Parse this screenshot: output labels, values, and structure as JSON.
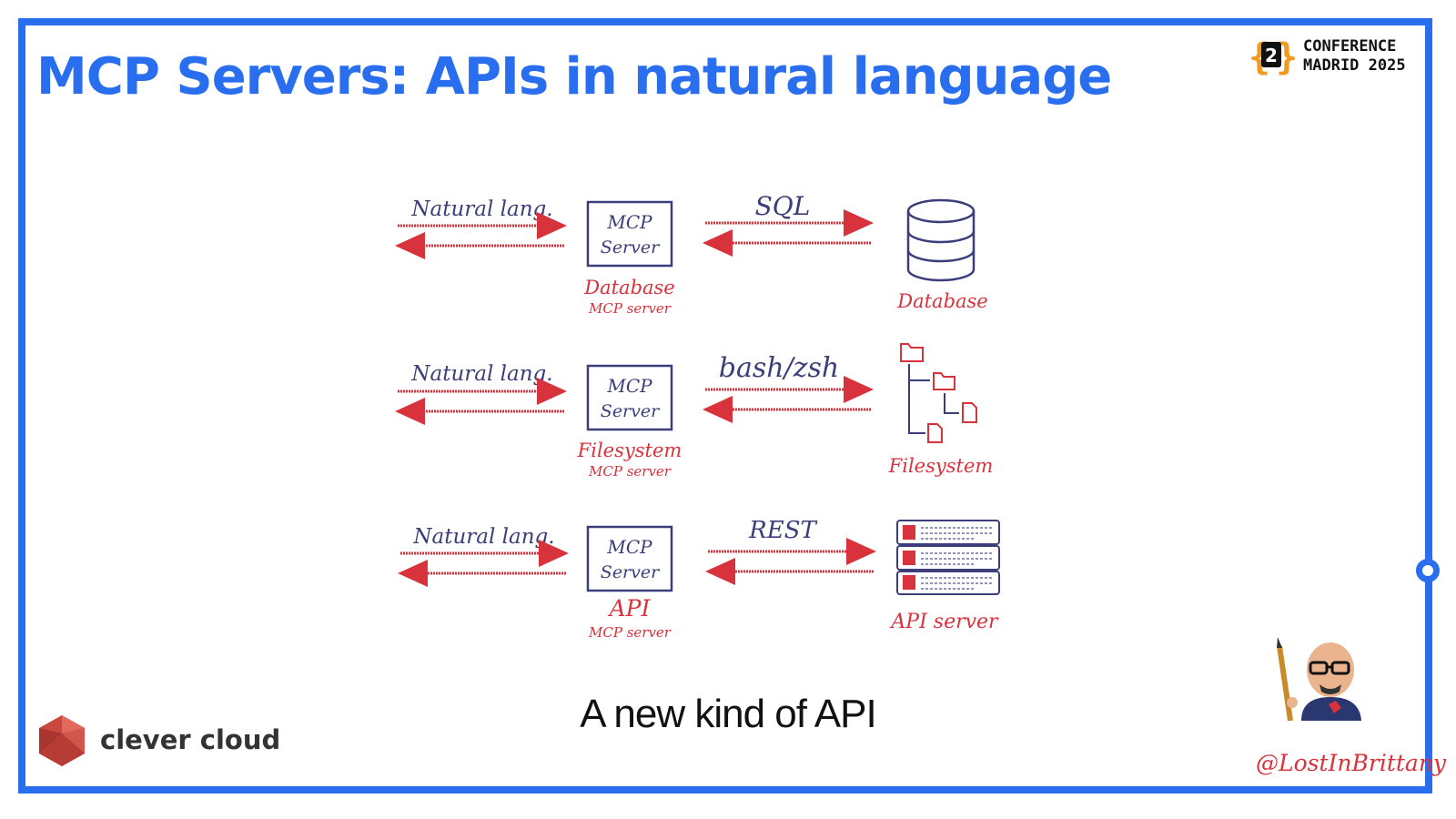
{
  "slide": {
    "title": "MCP Servers: APIs in natural language",
    "caption": "A new kind of API",
    "conference": {
      "line1": "CONFERENCE",
      "line2": "MADRID 2025"
    },
    "brand": {
      "name": "clever cloud"
    },
    "handle": "@LostInBrittany"
  },
  "colors": {
    "accent": "#2a6ef0",
    "ink": "#3b3e7a",
    "red": "#d8323c"
  },
  "diagram": {
    "rows": [
      {
        "client_label": "Natural lang.",
        "server_box": [
          "MCP",
          "Server"
        ],
        "server_name": "Database",
        "server_sub": "MCP server",
        "protocol": "SQL",
        "target_icon": "database-icon",
        "target_name": "Database"
      },
      {
        "client_label": "Natural lang.",
        "server_box": [
          "MCP",
          "Server"
        ],
        "server_name": "Filesystem",
        "server_sub": "MCP server",
        "protocol": "bash/zsh",
        "target_icon": "folder-tree-icon",
        "target_name": "Filesystem"
      },
      {
        "client_label": "Natural lang.",
        "server_box": [
          "MCP",
          "Server"
        ],
        "server_name": "API",
        "server_sub": "MCP server",
        "protocol": "REST",
        "target_icon": "server-rack-icon",
        "target_name": "API server"
      }
    ]
  }
}
